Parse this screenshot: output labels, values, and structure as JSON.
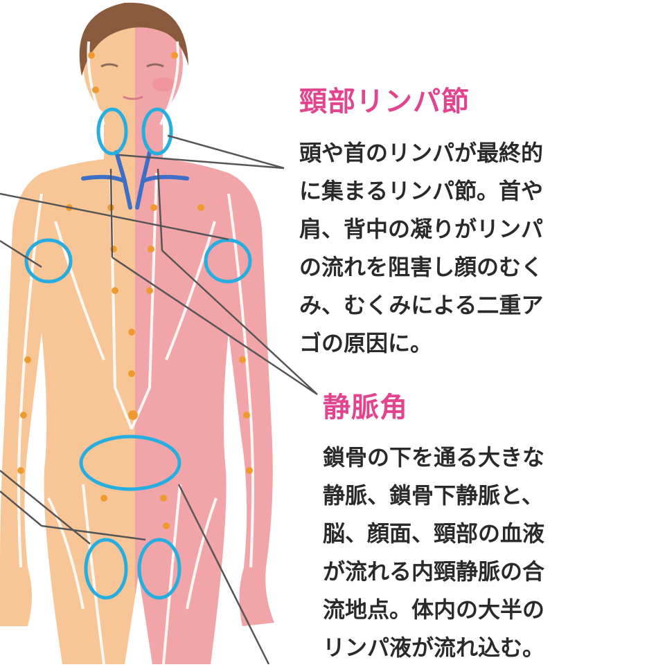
{
  "colors": {
    "heading": "#e2448d",
    "body_text": "#2a2a2a",
    "node_ring": "#27aee0",
    "node_dot": "#ef9a2e",
    "skin_left": "#f8c597",
    "skin_right": "#f1a5a8",
    "vein": "#3d6fc7",
    "hair": "#8a5a3c",
    "leader_line": "#555555"
  },
  "sections": [
    {
      "heading": "頸部リンパ節",
      "lines": [
        "頭や首のリンパが最終的",
        "に集まるリンパ節。首や",
        "肩、背中の凝りがリンパ",
        "の流れを阻害し顔のむく",
        "み、むくみによる二重ア",
        "ゴの原因に。"
      ]
    },
    {
      "heading": "静脈角",
      "lines": [
        "鎖骨の下を通る大きな",
        "静脈、鎖骨下静脈と、",
        "脳、顔面、頸部の血液",
        "が流れる内頸静脈の合",
        "流地点。体内の大半の",
        "リンパ液が流れ込む。"
      ]
    }
  ]
}
